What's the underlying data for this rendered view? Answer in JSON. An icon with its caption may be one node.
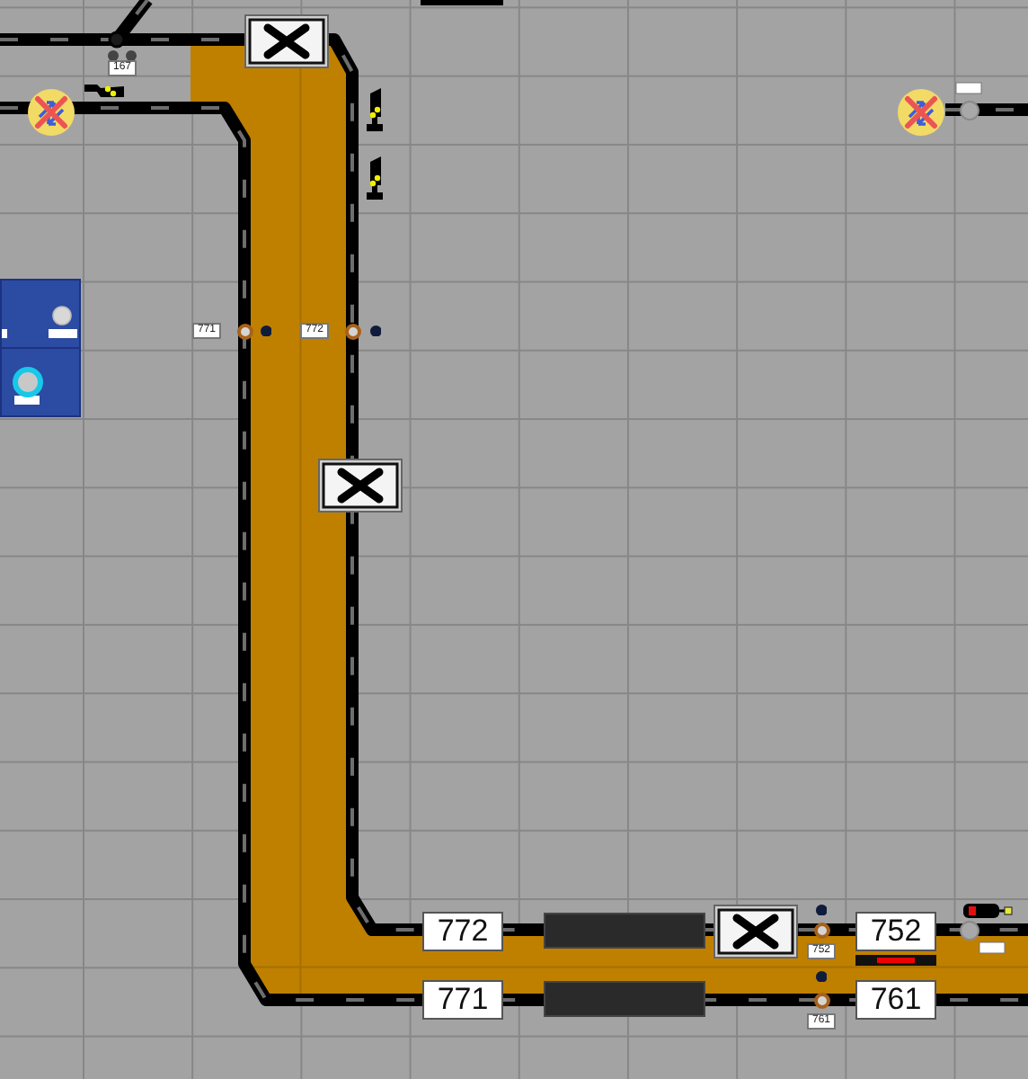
{
  "diagram": {
    "nodes": [
      {
        "text": [
          "772"
        ]
      },
      {
        "text": [
          "771"
        ]
      },
      {
        "text": [
          "752"
        ]
      },
      {
        "text": [
          "761"
        ]
      }
    ],
    "labels": [
      "167",
      "771",
      "772",
      "752",
      "761"
    ]
  }
}
